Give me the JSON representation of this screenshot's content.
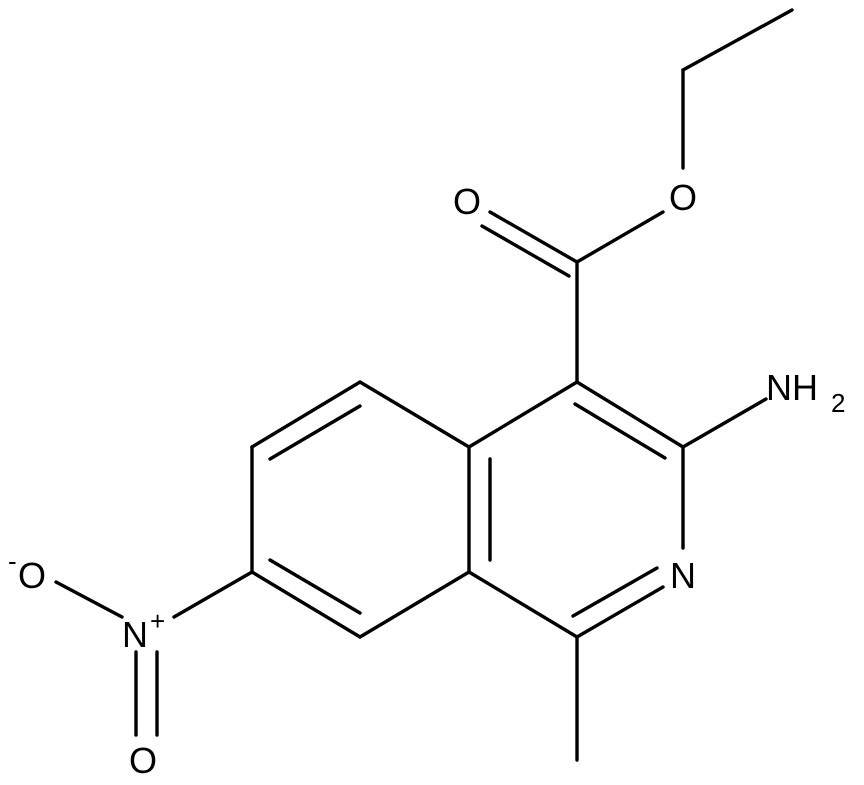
{
  "molecule": {
    "atoms": {
      "carbonyl_oxygen": "O",
      "ester_oxygen": "O",
      "amino_group": {
        "symbol": "NH",
        "subscript": "2"
      },
      "ring_nitrogen": "N",
      "nitro_nitrogen": {
        "symbol": "N",
        "charge": "+"
      },
      "nitro_oxide": {
        "symbol": "O",
        "charge": "-"
      },
      "nitro_oxygen": "O"
    }
  }
}
